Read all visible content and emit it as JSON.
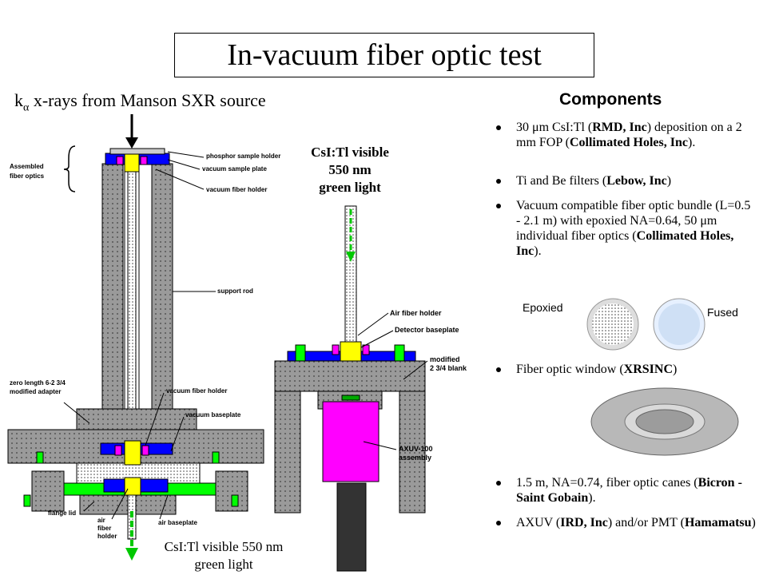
{
  "title": "In-vacuum fiber optic test",
  "left_diagram": {
    "source_prefix": "k",
    "source_symbol": "α",
    "source_text": " x-rays from Manson SXR source",
    "bottom_caption_1": "CsI:Tl visible 550 nm",
    "bottom_caption_2": "green light",
    "labels": {
      "assembled": "Assembled",
      "fiber_optics": "fiber optics",
      "phosphor_sample_holder": "phosphor sample holder",
      "vacuum_sample_plate": "vacuum sample plate",
      "vacuum_fiber_holder_top": "vacuum fiber holder",
      "support_rod": "support rod",
      "zero_length_1": "zero length 6-2 3/4",
      "zero_length_2": "modified adapter",
      "vacuum_fiber_holder_mid": "vacuum fiber holder",
      "vacuum_baseplate": "vacuum baseplate",
      "flange_lid": "flange lid",
      "air_1": "air",
      "air_2": "fiber",
      "air_3": "holder",
      "air_baseplate": "air baseplate"
    }
  },
  "right_diagram": {
    "caption_1": "CsI:Tl visible",
    "caption_2": "550 nm",
    "caption_3": "green light",
    "labels": {
      "air_fiber_holder": "Air fiber holder",
      "detector_baseplate": "Detector baseplate",
      "modified_1": "modified",
      "modified_2": "2 3/4 blank",
      "axuv_1": "AXUV-100",
      "axuv_2": "assembly"
    }
  },
  "components": {
    "heading": "Components",
    "items": [
      {
        "parts": [
          [
            "30 ",
            false
          ],
          [
            "μ",
            false
          ],
          [
            "m CsI:Tl (",
            false
          ],
          [
            "RMD, Inc",
            true
          ],
          [
            ") deposition on a 2 mm FOP (",
            false
          ],
          [
            "Collimated Holes, Inc",
            true
          ],
          [
            ").",
            false
          ]
        ]
      },
      {
        "parts": [
          [
            "Ti and Be filters (",
            false
          ],
          [
            "Lebow, Inc",
            true
          ],
          [
            ")",
            false
          ]
        ]
      },
      {
        "parts": [
          [
            "Vacuum compatible fiber optic bundle (L=0.5 - 2.1 m) with epoxied NA=0.64, 50 ",
            false
          ],
          [
            "μ",
            false
          ],
          [
            "m individual fiber optics (",
            false
          ],
          [
            "Collimated Holes, Inc",
            true
          ],
          [
            ").",
            false
          ]
        ]
      },
      {
        "parts": [
          [
            "Fiber optic window (",
            false
          ],
          [
            "XRSINC",
            true
          ],
          [
            ")",
            false
          ]
        ]
      },
      {
        "parts": [
          [
            "1.5 m, NA=0.74, fiber optic canes (",
            false
          ],
          [
            "Bicron - Saint Gobain",
            true
          ],
          [
            ").",
            false
          ]
        ]
      },
      {
        "parts": [
          [
            "AXUV (",
            false
          ],
          [
            "IRD, Inc",
            true
          ],
          [
            ") and/or PMT (",
            false
          ],
          [
            "Hamamatsu",
            true
          ],
          [
            ")",
            false
          ]
        ]
      }
    ],
    "epoxied": "Epoxied",
    "fused": "Fused"
  },
  "colors": {
    "pink": "#ff00ff",
    "green": "#00ff00",
    "blue": "#0000ff",
    "yellow": "#ffff00",
    "gray": "#a0a0a0"
  }
}
